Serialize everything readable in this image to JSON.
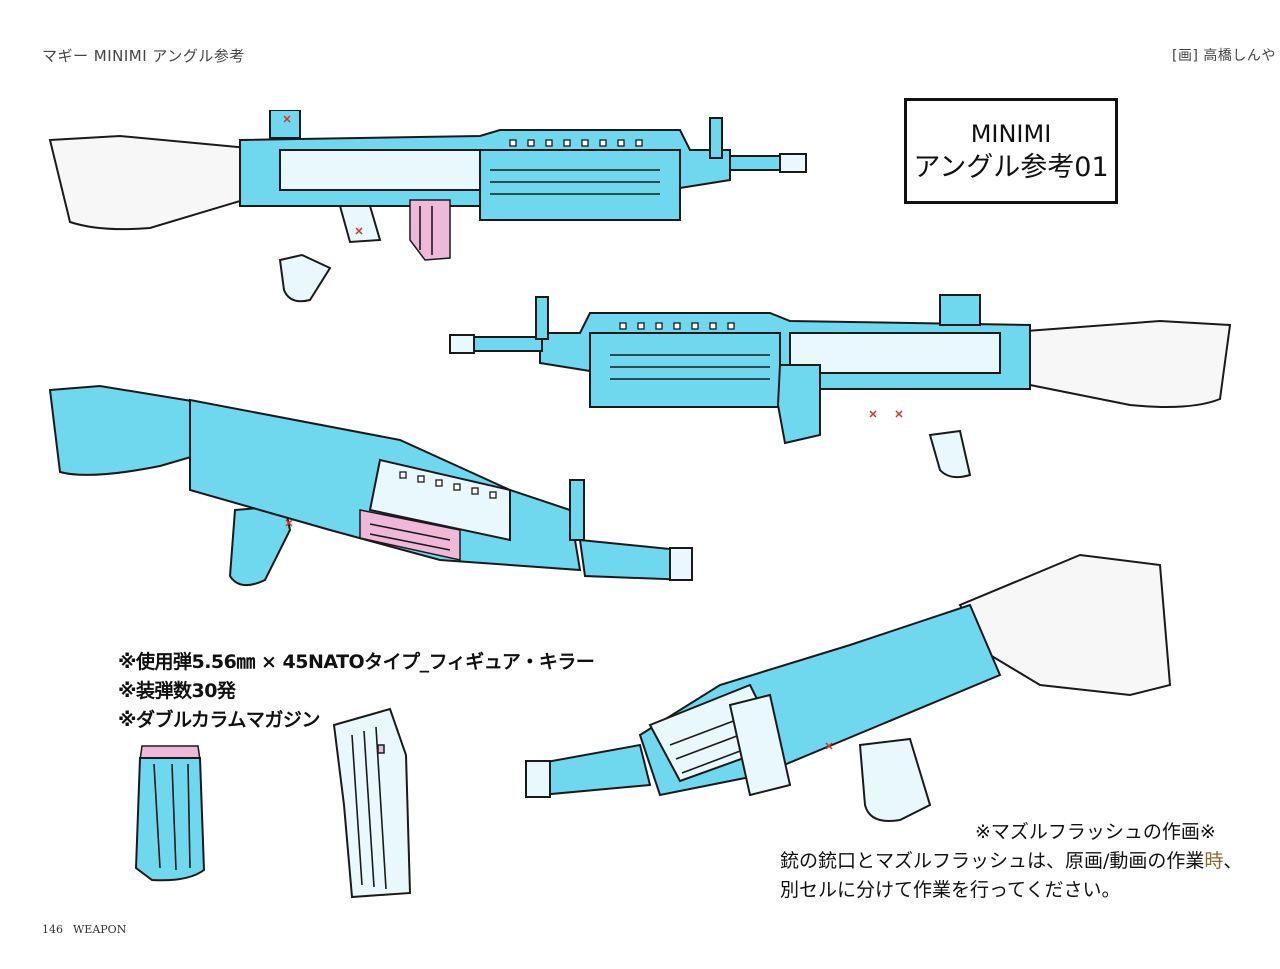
{
  "header": {
    "left_title": "マギー MINIMI アングル参考",
    "credit": "[画] 高橋しんや"
  },
  "title_box": {
    "line1": "MINIMI",
    "line2": "アングル参考01"
  },
  "specs": [
    "※使用弾5.56㎜ × 45NATOタイプ_フィギュア・キラー",
    "※装弾数30発",
    "※ダブルカラムマガジン"
  ],
  "muzzle_note": {
    "heading": "※マズルフラッシュの作画※",
    "line1_main": "銃の銃口とマズルフラッシュは、原画/動画の作業",
    "line1_accent": "時",
    "line1_end": "、",
    "line2": "別セルに分けて作業を行ってください。"
  },
  "footer": {
    "page_number": "146",
    "section": "WEAPON"
  },
  "colors": {
    "gun_body": "#6fd8ee",
    "gun_highlight": "#e9f8fc",
    "magazine_accent": "#f0b8d8",
    "marker": "#d83030"
  }
}
